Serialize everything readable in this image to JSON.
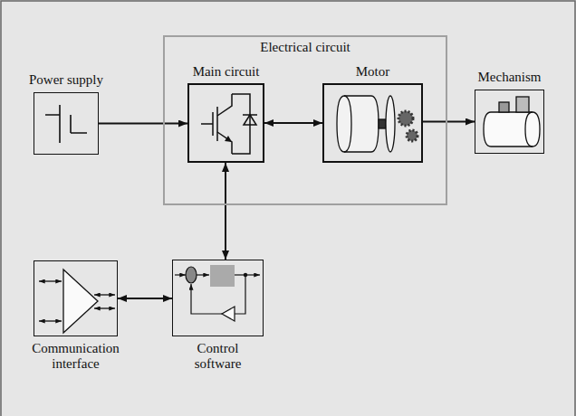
{
  "diagram": {
    "nodes": [
      {
        "text": [
          "Power supply"
        ]
      },
      {
        "text": [
          "Electrical circuit"
        ]
      },
      {
        "text": [
          "Main circuit"
        ],
        "in": 1
      },
      {
        "text": [
          "Motor"
        ],
        "in": 1
      },
      {
        "text": [
          "Mechanism"
        ]
      },
      {
        "text": [
          "Communication interface"
        ]
      },
      {
        "text": [
          "Control software"
        ]
      }
    ],
    "edges": [
      {
        "from": 0,
        "to": 2,
        "arrow": "to"
      },
      {
        "from": 2,
        "to": 3,
        "arrow": "both"
      },
      {
        "from": 3,
        "to": 4,
        "arrow": "to"
      },
      {
        "from": 2,
        "to": 6,
        "arrow": "both"
      },
      {
        "from": 5,
        "to": 6,
        "arrow": "both"
      }
    ]
  }
}
